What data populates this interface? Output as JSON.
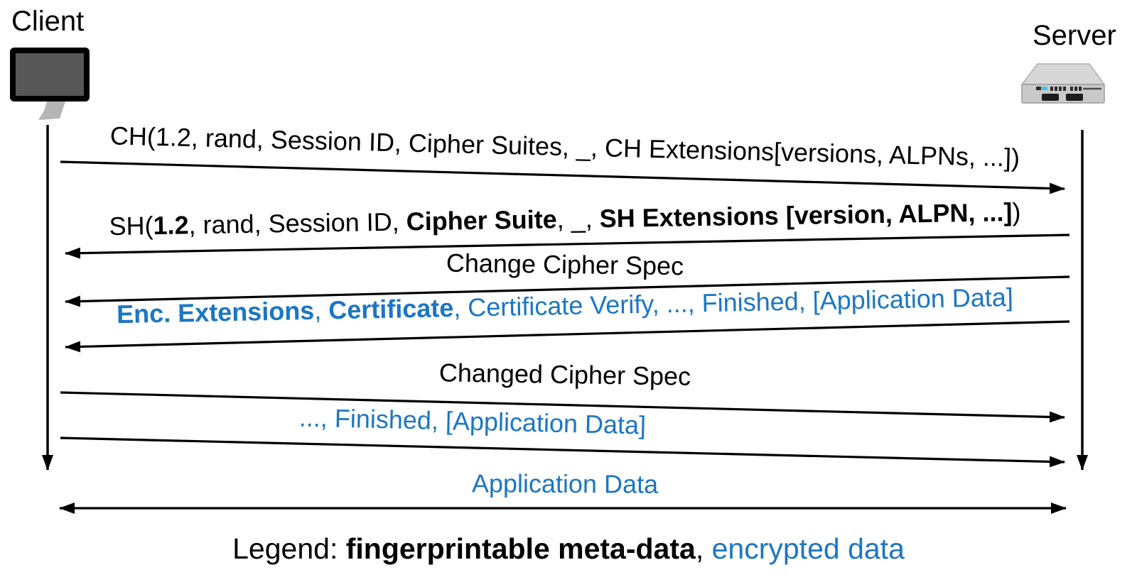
{
  "actors": {
    "client": "Client",
    "server": "Server"
  },
  "messages": [
    {
      "id": "client-hello",
      "from": "client",
      "to": "server",
      "arrow": "right",
      "parts": [
        "CH(1.2, rand, Session ID, Cipher Suites, _, CH Extensions[versions, ALPNs, ...])"
      ]
    },
    {
      "id": "server-hello",
      "from": "server",
      "to": "client",
      "arrow": "left",
      "parts": [
        "SH(",
        "1.2",
        ", rand, Session ID, ",
        "Cipher Suite",
        ", _, ",
        "SH Extensions [version, ALPN, ...]",
        ")"
      ]
    },
    {
      "id": "change-cipher-spec",
      "from": "server",
      "to": "client",
      "arrow": "left",
      "parts": [
        "Change Cipher Spec"
      ]
    },
    {
      "id": "server-encrypted-flight",
      "from": "server",
      "to": "client",
      "arrow": "left",
      "parts": [
        "Enc. Extensions",
        ", ",
        "Certificate",
        ", Certificate Verify, ..., Finished, [Application Data]"
      ]
    },
    {
      "id": "changed-cipher-spec",
      "from": "client",
      "to": "server",
      "arrow": "right",
      "parts": [
        "Changed Cipher Spec"
      ]
    },
    {
      "id": "client-finished",
      "from": "client",
      "to": "server",
      "arrow": "right",
      "parts": [
        "..., Finished, [Application Data]"
      ]
    },
    {
      "id": "application-data",
      "from": "both",
      "to": "both",
      "arrow": "both",
      "parts": [
        "Application Data"
      ]
    }
  ],
  "legend": {
    "parts": [
      "Legend: ",
      "fingerprintable meta-data",
      ", ",
      "encrypted data"
    ]
  },
  "colors": {
    "fingerprintable_meta_data": "#000000",
    "encrypted_data": "#1b76c4",
    "client_screen_fill": "#575757",
    "server_body_fill": "#cccccc"
  }
}
